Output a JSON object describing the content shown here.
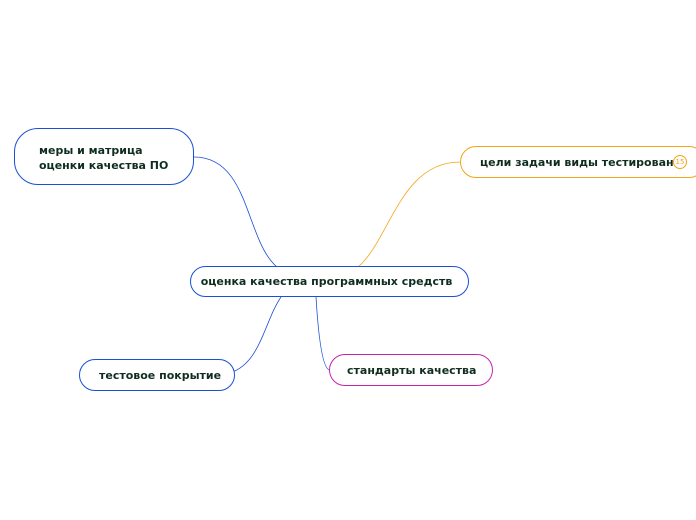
{
  "central": {
    "label": "оценка качества программных средств"
  },
  "branches": {
    "measures": {
      "line1": "меры и матрица",
      "line2": "оценки качества ПО"
    },
    "goals": {
      "label": "цели задачи виды тестировани",
      "badge": "15"
    },
    "coverage": {
      "label": "тестовое покрытие"
    },
    "standards": {
      "label": "стандарты качества"
    }
  },
  "colors": {
    "blue": "#1a4fd6",
    "orange": "#f2a51a",
    "magenta": "#c823a9",
    "text": "#0f2d1f"
  }
}
